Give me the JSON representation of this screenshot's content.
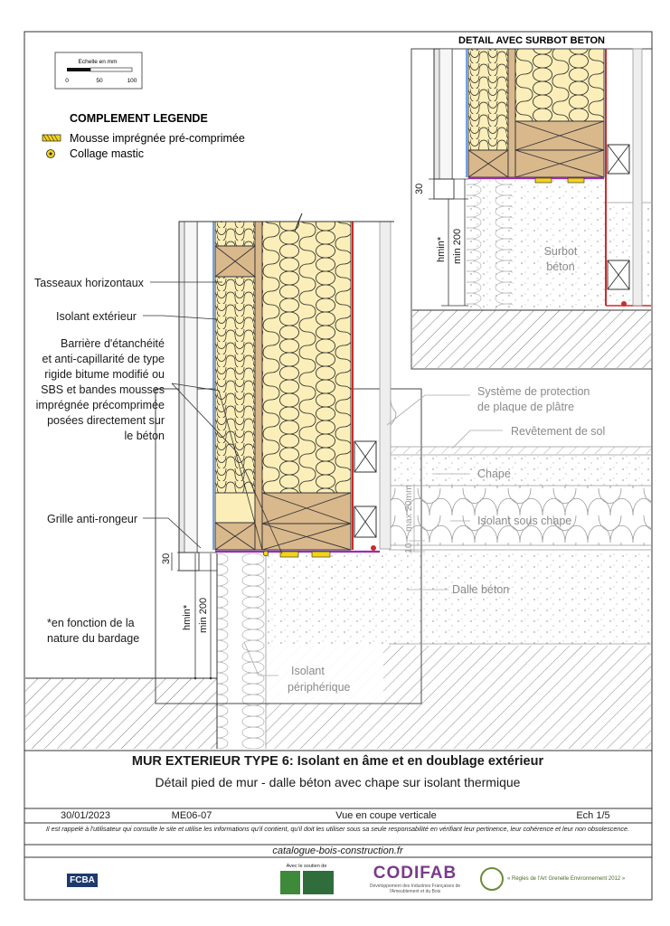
{
  "scale": {
    "title": "Echelle en mm",
    "ticks": [
      "0",
      "50",
      "100"
    ]
  },
  "legend": {
    "title": "COMPLEMENT LEGENDE",
    "items": [
      {
        "label": "Mousse imprégnée pré-comprimée"
      },
      {
        "label": "Collage mastic"
      }
    ]
  },
  "detail": {
    "title": "DETAIL AVEC SURBOT BETON",
    "surbot_line1": "Surbot",
    "surbot_line2": "béton"
  },
  "labels": {
    "tasseaux": "Tasseaux horizontaux",
    "isolant_ext": "Isolant extérieur",
    "barriere": [
      "Barrière d'étanchéité",
      "et anti-capillarité de type",
      "rigide bitume modifié ou",
      "SBS et bandes mousses",
      "imprégnée précomprimée",
      "posées directement sur",
      "le béton"
    ],
    "grille": "Grille anti-rongeur",
    "bardage_note": [
      "*en fonction de la",
      "nature du bardage"
    ],
    "protection": [
      "Système de protection",
      "de plaque de plâtre"
    ],
    "revetement": "Revêtement de sol",
    "chape": "Chape",
    "isolant_chape": "Isolant sous chape",
    "dalle": "Dalle béton",
    "isolant_peri": [
      "Isolant",
      "périphérique"
    ]
  },
  "dimensions": {
    "d30": "30",
    "hmin": "hmin*",
    "min200": "min 200",
    "max20": "max 20mm",
    "ten": "10"
  },
  "footer": {
    "title": "MUR EXTERIEUR TYPE 6: Isolant en âme et en doublage extérieur",
    "subtitle": "Détail pied de mur - dalle béton avec chape sur isolant thermique",
    "date": "30/01/2023",
    "code": "ME06-07",
    "view": "Vue en coupe verticale",
    "scale": "Ech 1/5",
    "disclaimer": "Il est rappelé à l'utilisateur qui consulte le site et utilise les informations qu'il contient, qu'il doit les utiliser sous sa seule responsabilité en vérifiant leur pertinence, leur cohérence et leur non obsolescence.",
    "site": "catalogue-bois-construction.fr",
    "logos": {
      "fcba": "FCBA",
      "codifab": "CODIFAB",
      "codifab_sub": "Développement des Industries Françaises de l'Ameublement et du Bois",
      "regles": "« Règles de l'Art Grenelle Environnement 2012 »",
      "avec": "Avec le soutien de"
    }
  },
  "colors": {
    "insulation": "#fbeeb8",
    "wood": "#d9b88c",
    "barrier": "#cc2b2b",
    "membrane": "#9b2bb0",
    "concrete_dot": "#bbbbbb",
    "hatch": "#888888",
    "outline": "#222222"
  }
}
